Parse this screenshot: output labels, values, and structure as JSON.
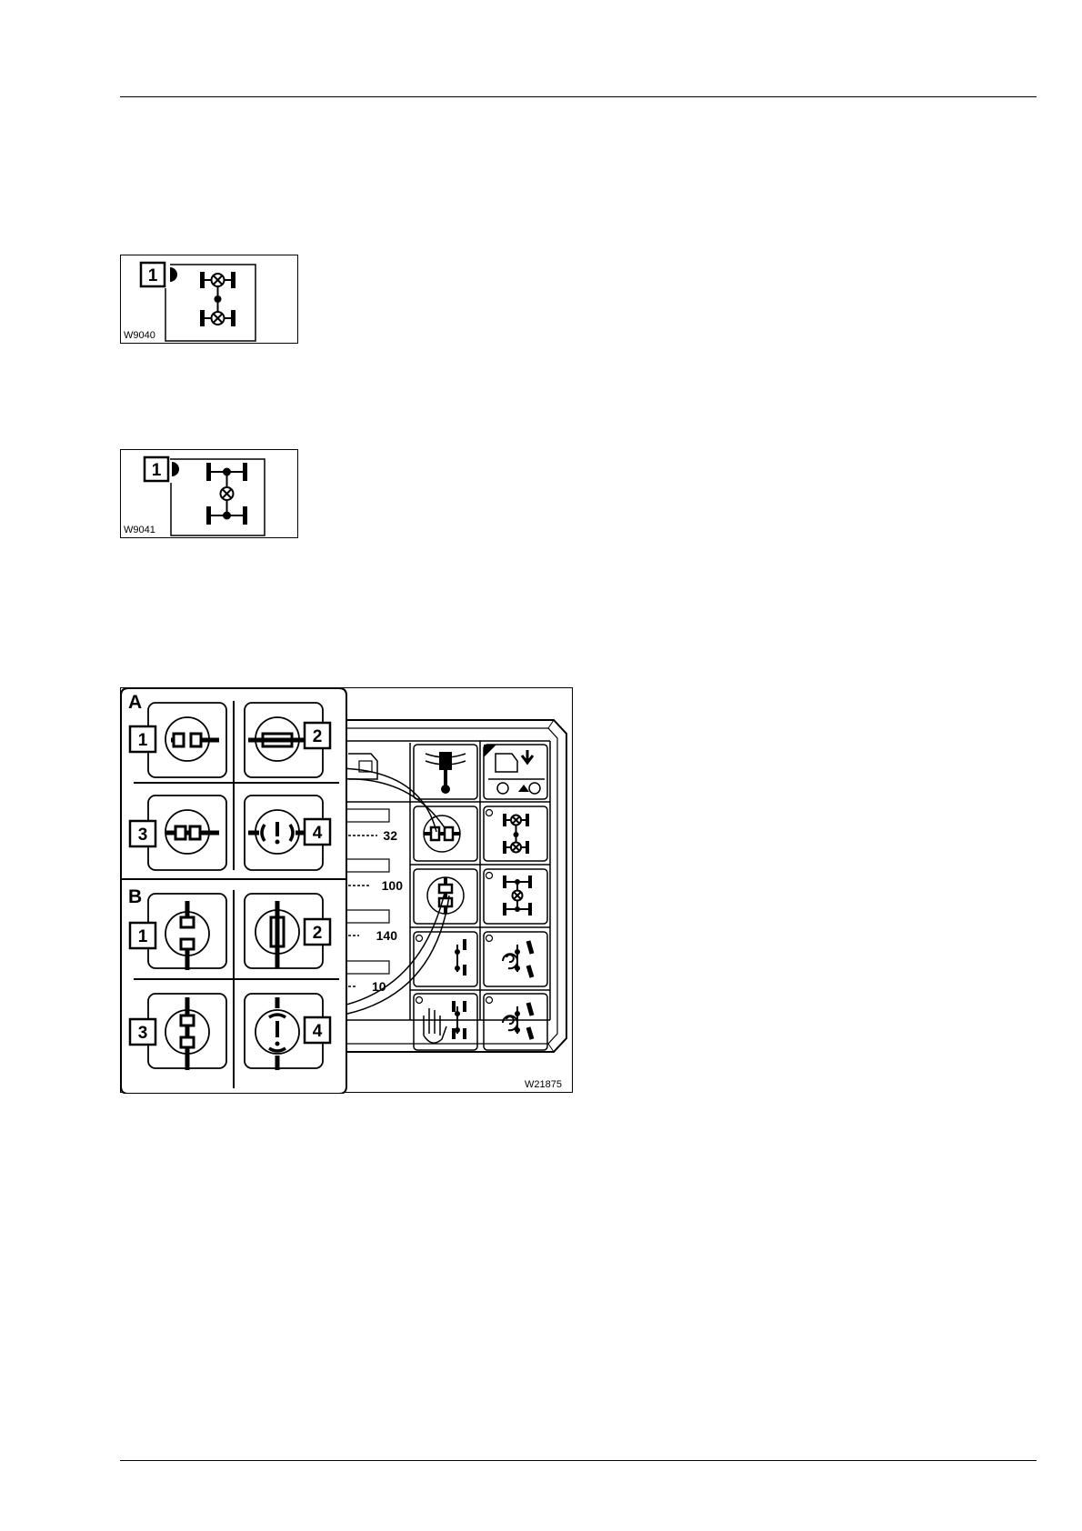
{
  "figures": [
    {
      "code": "W9040",
      "callout": "1"
    },
    {
      "code": "W9041",
      "callout": "1"
    },
    {
      "code": "W21875",
      "group_a": {
        "label": "A",
        "numbers": [
          "1",
          "2",
          "3",
          "4"
        ]
      },
      "group_b": {
        "label": "B",
        "numbers": [
          "1",
          "2",
          "3",
          "4"
        ]
      },
      "scale_values": [
        "32",
        "100",
        "140",
        "10"
      ]
    }
  ]
}
